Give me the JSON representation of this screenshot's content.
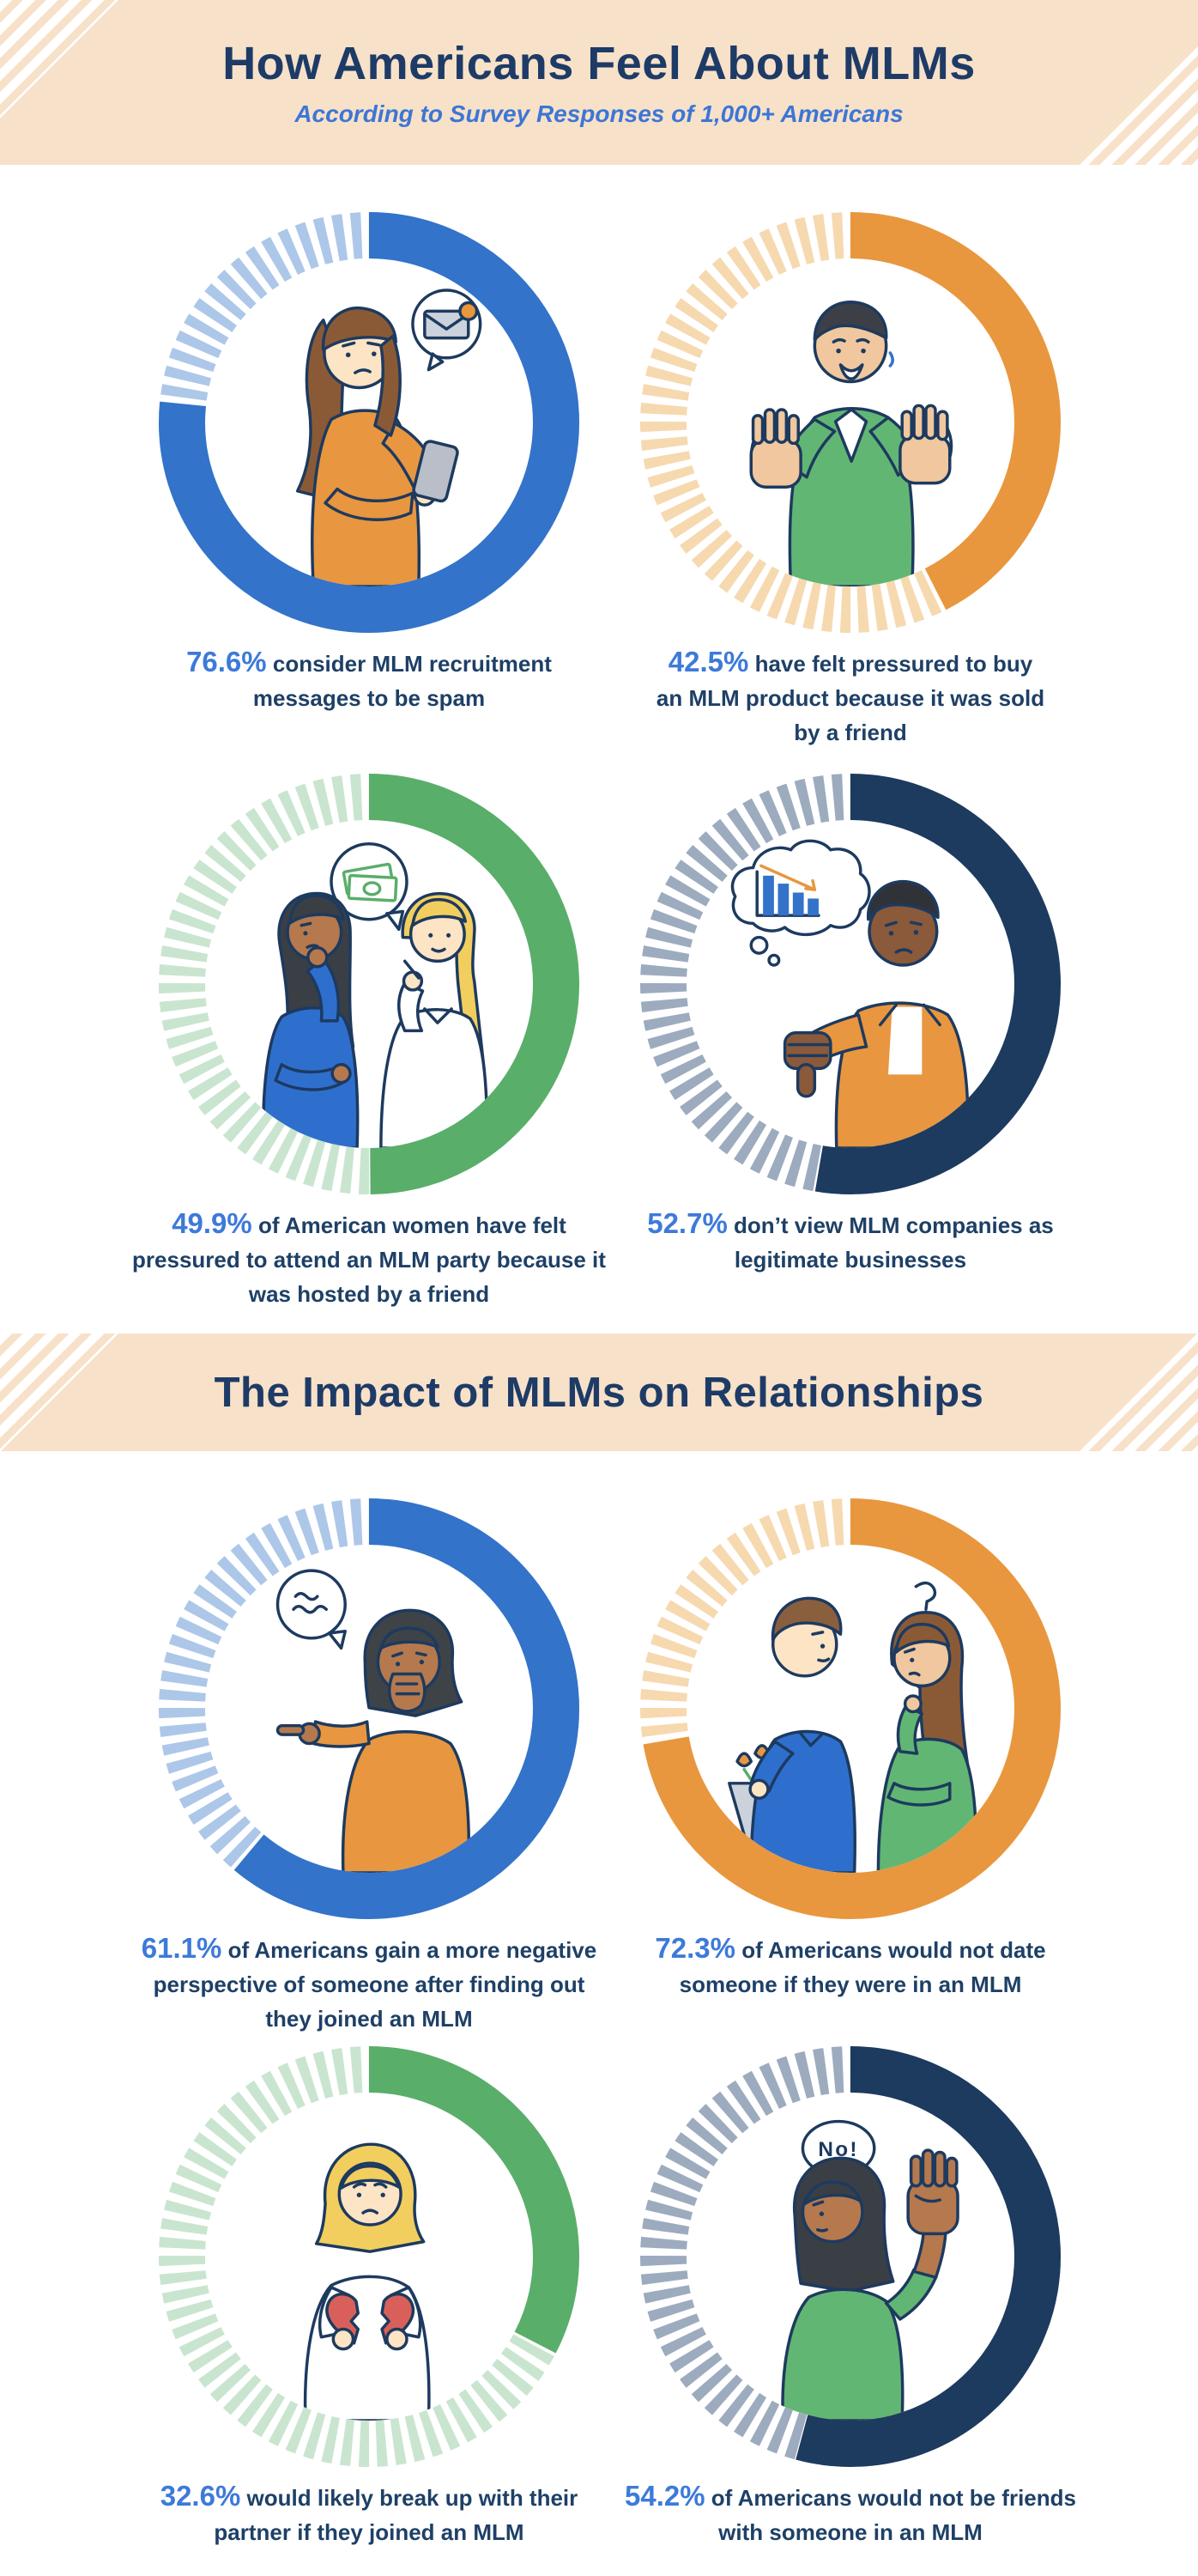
{
  "header1": {
    "title": "How Americans Feel About MLMs",
    "subtitle": "According to Survey Responses of 1,000+ Americans"
  },
  "header2": {
    "title": "The Impact of MLMs on Relationships"
  },
  "colors": {
    "band_background": "#f8e1c9",
    "stripe_accent": "#ffffff",
    "title_navy": "#1d3b66",
    "subtitle_blue": "#3c76d6",
    "caption_navy": "#1e4066",
    "percent_blue": "#3d7ad9",
    "arc_blue": "#3373c9",
    "arc_orange": "#e8973e",
    "arc_green": "#59ae6a",
    "arc_navy": "#1d3a5f"
  },
  "chart_data": {
    "type": "donut",
    "unit": "percent",
    "start_angle": "12 o'clock",
    "direction": "clockwise",
    "sections": [
      {
        "title": "How Americans Feel About MLMs",
        "donut_indices": [
          0,
          1,
          2,
          3
        ]
      },
      {
        "title": "The Impact of MLMs on Relationships",
        "donut_indices": [
          4,
          5,
          6,
          7
        ]
      }
    ],
    "donuts": [
      {
        "value": 76.6,
        "pct_label": "76.6%",
        "caption": "consider MLM recruitment messages to be spam",
        "color": "#3373c9",
        "track_color": "#adc7e9",
        "illustration": "woman-reading-spam-message-on-phone"
      },
      {
        "value": 42.5,
        "pct_label": "42.5%",
        "caption": "have felt pressured to buy an MLM product because it was sold by a friend",
        "color": "#e8973e",
        "track_color": "#f6d9af",
        "illustration": "man-refusing-with-both-hands"
      },
      {
        "value": 49.9,
        "pct_label": "49.9%",
        "caption": "of American women have felt pressured to attend an MLM party because it was hosted by a friend",
        "color": "#59ae6a",
        "track_color": "#c9e5cf",
        "illustration": "woman-facepalming-at-mlm-pitch"
      },
      {
        "value": 52.7,
        "pct_label": "52.7%",
        "caption": "don’t view MLM companies as legitimate businesses",
        "color": "#1d3a5f",
        "track_color": "#9dabbf",
        "illustration": "man-thumbs-down-declining-chart"
      },
      {
        "value": 61.1,
        "pct_label": "61.1%",
        "caption": "of Americans gain a more negative perspective of someone after finding out they joined an MLM",
        "color": "#3373c9",
        "track_color": "#adc7e9",
        "illustration": "woman-shocked-speech-bubble"
      },
      {
        "value": 72.3,
        "pct_label": "72.3%",
        "caption": "of Americans would not date someone if they were in an MLM",
        "color": "#e8973e",
        "track_color": "#f6d9af",
        "illustration": "couple-with-hidden-bouquet"
      },
      {
        "value": 32.6,
        "pct_label": "32.6%",
        "caption": "would likely break up with their partner if they joined an MLM",
        "color": "#59ae6a",
        "track_color": "#c9e5cf",
        "illustration": "woman-holding-broken-heart-puzzle"
      },
      {
        "value": 54.2,
        "pct_label": "54.2%",
        "caption": "of Americans would not be friends with someone in an MLM",
        "color": "#1d3a5f",
        "track_color": "#9dabbf",
        "illustration": "woman-stop-hand-saying-no",
        "bubble_text": "No!"
      }
    ]
  }
}
